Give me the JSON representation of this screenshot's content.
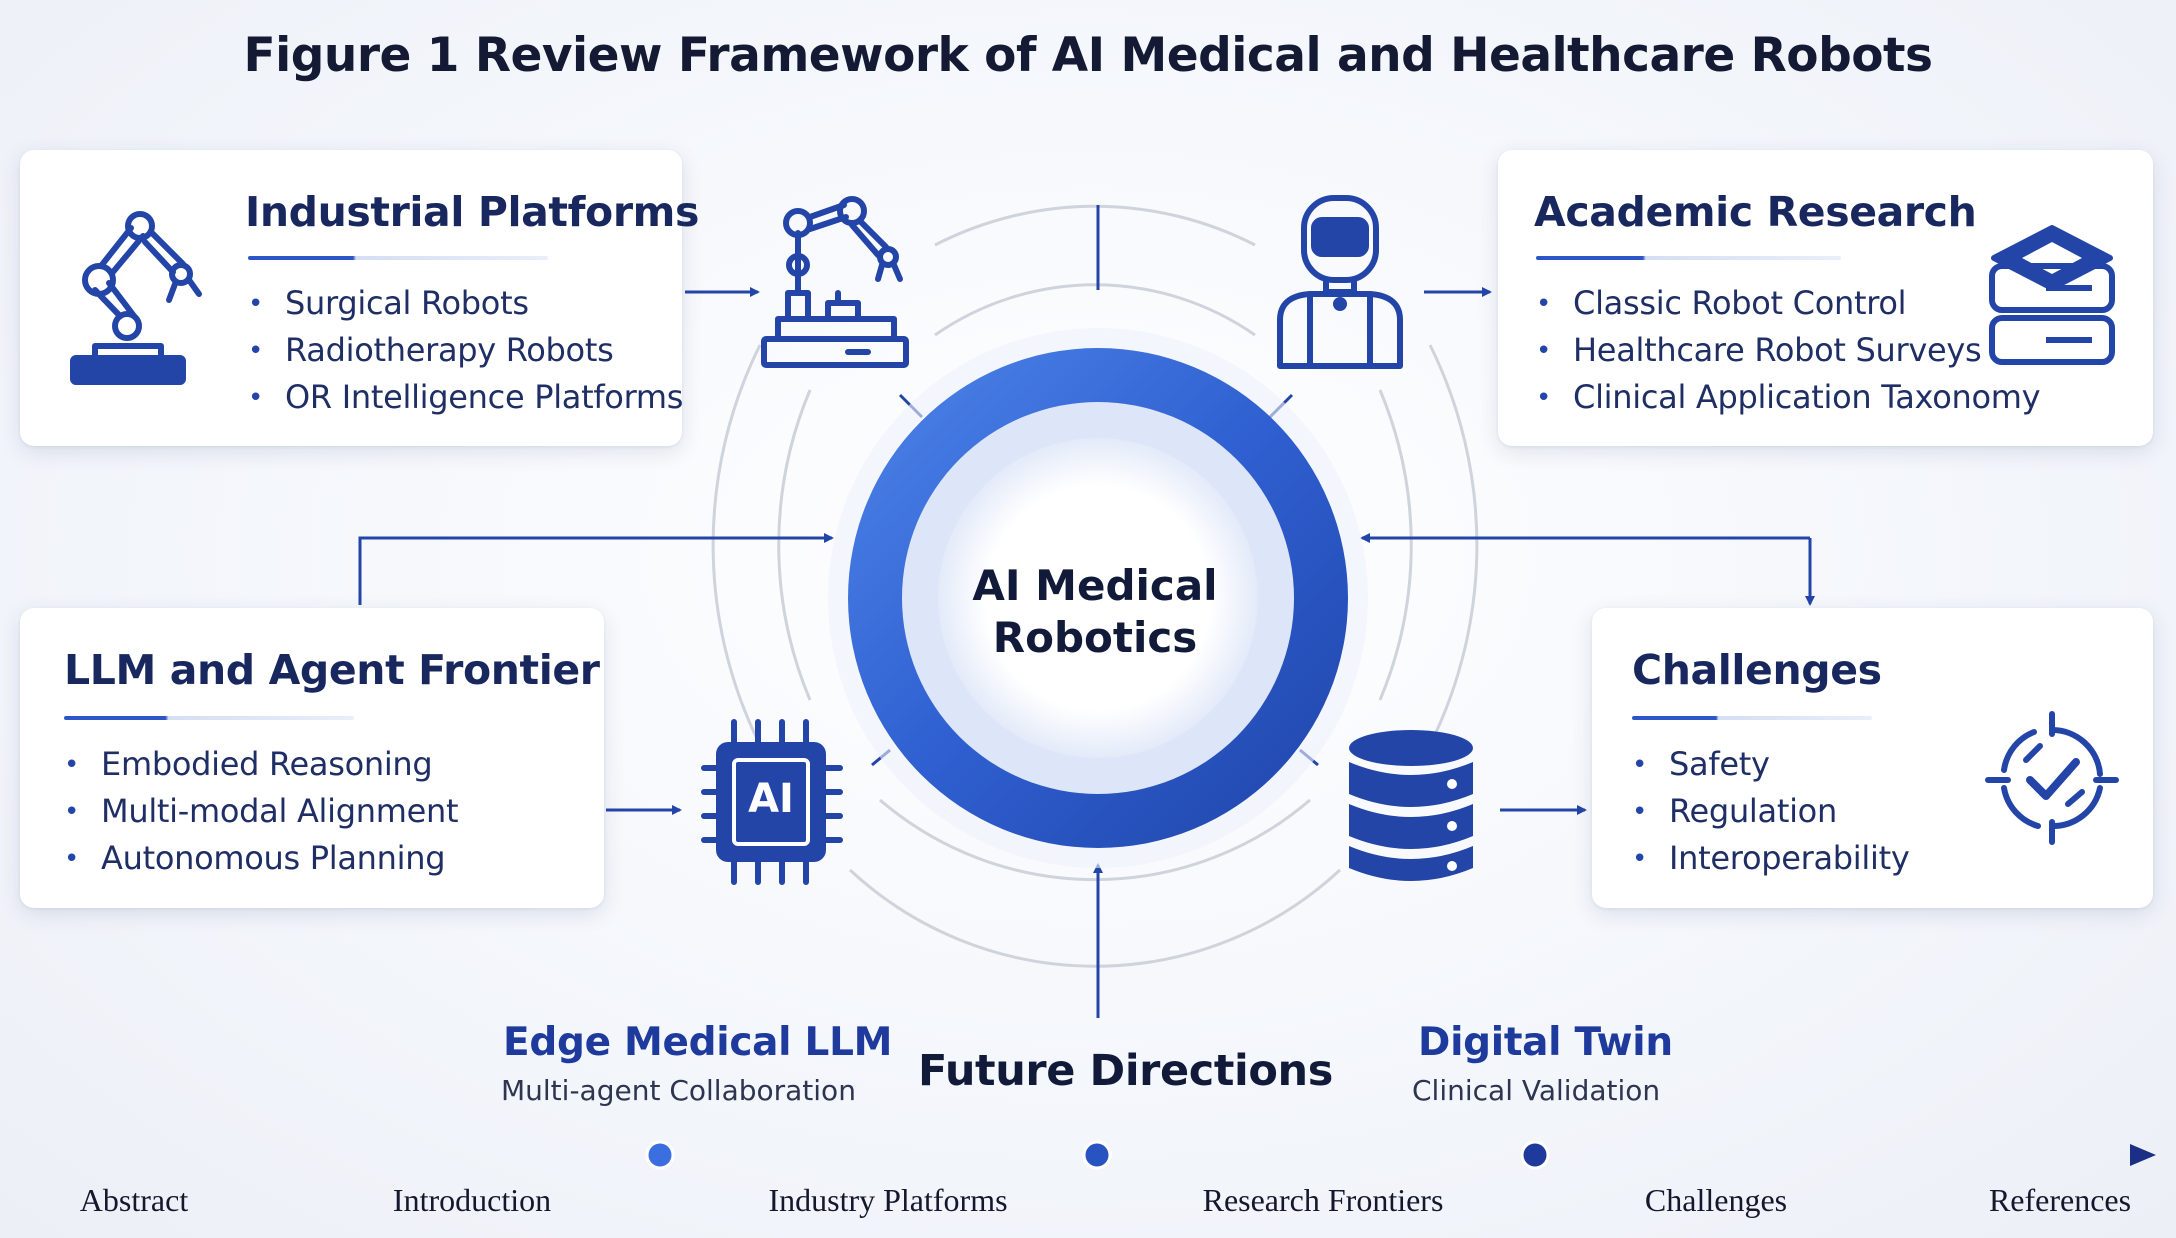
{
  "title": "Figure 1 Review Framework of AI Medical and Healthcare Robots",
  "center": {
    "line1": "AI Medical",
    "line2": "Robotics"
  },
  "cards": {
    "industrial": {
      "title": "Industrial Platforms",
      "items": [
        "Surgical Robots",
        "Radiotherapy Robots",
        "OR Intelligence Platforms"
      ]
    },
    "academic": {
      "title": "Academic Research",
      "items": [
        "Classic Robot Control",
        "Healthcare Robot Surveys",
        "Clinical Application Taxonomy"
      ]
    },
    "llm": {
      "title": "LLM and Agent Frontier",
      "items": [
        "Embodied Reasoning",
        "Multi-modal Alignment",
        "Autonomous Planning"
      ]
    },
    "challenges": {
      "title": "Challenges",
      "items": [
        "Safety",
        "Regulation",
        "Interoperability"
      ]
    }
  },
  "chip_label": "AI",
  "future": {
    "title": "Future Directions",
    "left": {
      "title": "Edge Medical LLM",
      "subtitle": "Multi-agent Collaboration"
    },
    "right": {
      "title": "Digital Twin",
      "subtitle": "Clinical Validation"
    }
  },
  "nav": [
    "Abstract",
    "Introduction",
    "Industry Platforms",
    "Research Frontiers",
    "Challenges",
    "References"
  ],
  "colors": {
    "primary": "#2445a8",
    "accent": "#3b6fe0",
    "text": "#18285e"
  },
  "icons": [
    "robot-arm-icon",
    "surgical-robot-icon",
    "humanoid-robot-icon",
    "database-layers-icon",
    "ai-chip-icon",
    "database-icon",
    "target-check-icon"
  ]
}
